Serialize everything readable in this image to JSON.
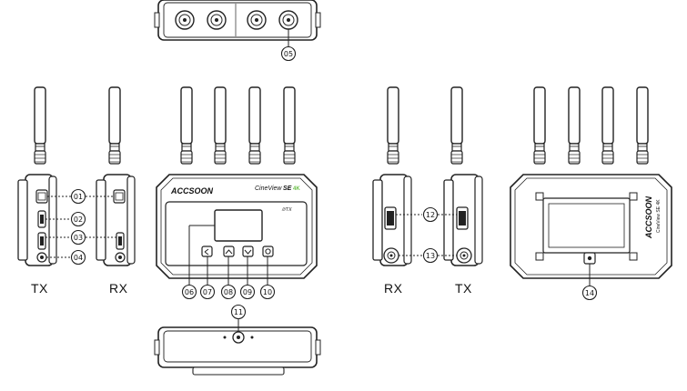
{
  "views": {
    "left_tx": "TX",
    "left_rx": "RX",
    "right_rx": "RX",
    "right_tx": "TX"
  },
  "front_panel": {
    "brand": "ACCSOON",
    "model": "CineView",
    "model_badge": "SE",
    "model_badge_suffix": "4K",
    "mode_mark": "///TX"
  },
  "back_panel": {
    "brand": "ACCSOON",
    "model_line": "CineView SE 4K"
  },
  "callouts": {
    "c01": "01",
    "c02": "02",
    "c03": "03",
    "c04": "04",
    "c05": "05",
    "c06": "06",
    "c07": "07",
    "c08": "08",
    "c09": "09",
    "c10": "10",
    "c11": "11",
    "c12": "12",
    "c13": "13",
    "c14": "14"
  },
  "colors": {
    "stroke": "#222222",
    "accent": "#6cc04a"
  }
}
